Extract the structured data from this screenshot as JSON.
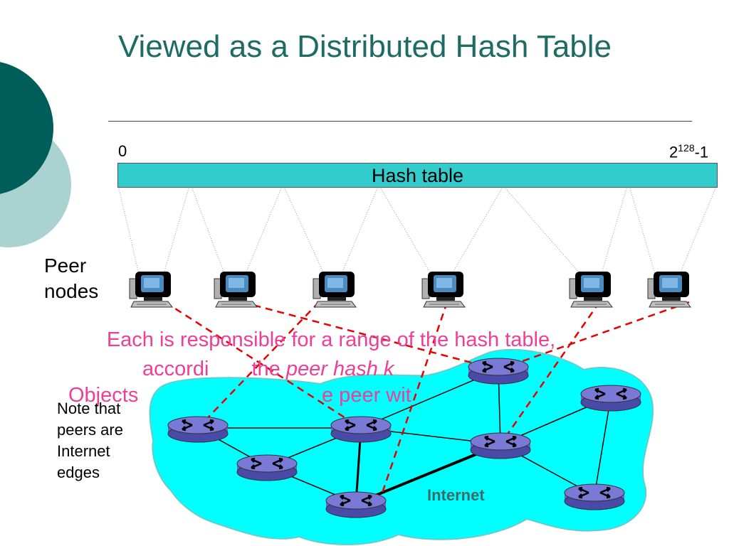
{
  "slide": {
    "title": "Viewed as a Distributed Hash Table",
    "range_start": "0",
    "range_end_base": "2",
    "range_end_exp": "128",
    "range_end_suffix": "-1",
    "hash_table_label": "Hash table",
    "peer_label": [
      "Peer",
      "nodes"
    ],
    "responsibility_text": {
      "line1": "Each is responsible for a range of the hash table,",
      "line2_plain": "accordi",
      "line2_mid": "the ",
      "line2_italic": "peer hash k",
      "line3": "Objects",
      "line3_tail": "e peer wit"
    },
    "note_lines": [
      "Note that",
      "peers are",
      "Internet",
      "edges"
    ],
    "internet_label": "Internet"
  },
  "colors": {
    "title": "#1e6b64",
    "hash_bar": "#33cccc",
    "cloud": "#00ffff",
    "router": "#6666cc",
    "pink_text": "#ee3f98",
    "dashed_link": "#e60000",
    "deco_dark": "#005e5a",
    "deco_light": "#a9d2d0"
  },
  "icons": [
    "peer-computer-icon",
    "router-icon"
  ]
}
